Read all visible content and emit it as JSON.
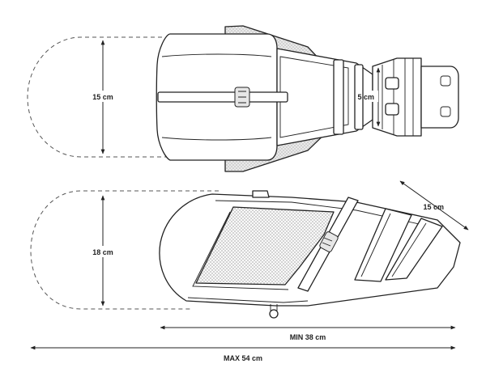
{
  "labels": {
    "top_height": "15 cm",
    "mount_width": "5 cm",
    "side_height": "18 cm",
    "diagonal": "15 cm",
    "min_length": "MIN 38 cm",
    "max_length": "MAX 54 cm"
  },
  "colors": {
    "line": "#222222",
    "mesh": "#bbbbbb",
    "background": "#ffffff"
  }
}
